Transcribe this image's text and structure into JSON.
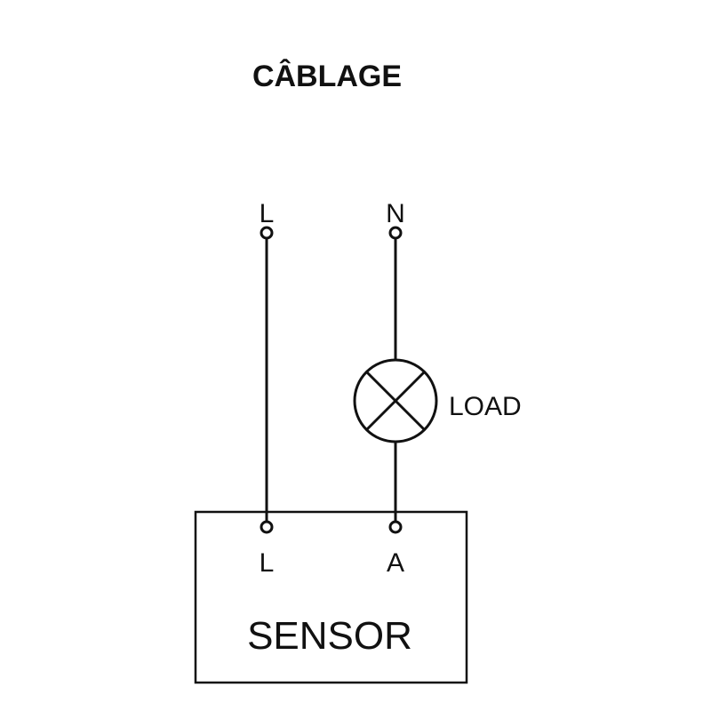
{
  "title": "CÂBLAGE",
  "terminals_top": {
    "line": "L",
    "neutral": "N"
  },
  "load_label": "LOAD",
  "sensor": {
    "label": "SENSOR",
    "terminal_line": "L",
    "terminal_output": "A"
  },
  "colors": {
    "ink": "#111111",
    "title": "#231f20",
    "background": "#ffffff"
  }
}
